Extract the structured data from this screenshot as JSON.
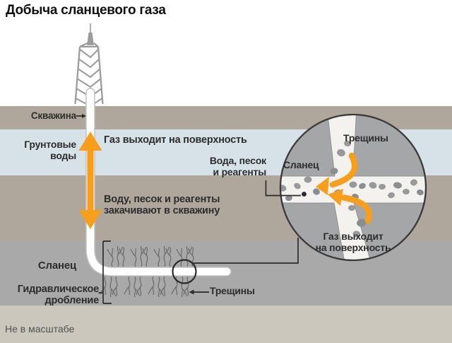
{
  "title": "Добыча сланцевого газа",
  "footnote": "Не в масштабе",
  "colors": {
    "accent_orange": "#f79e1b",
    "topsoil_taupe": "#b0a79c",
    "groundwater_blue": "#d7e1e8",
    "shale_gray": "#a9a9a9",
    "bedrock_pale": "#cbc7bd",
    "label_text": "#2d2d2d"
  },
  "labels": {
    "well": "Скважина",
    "groundwater": "Грунтовые\nводы",
    "gas_to_surface": "Газ выходит на поверхность",
    "water_sand_reagents": "Вода, песок\nи реагенты",
    "injection": "Воду, песок и реагенты\nзакачивают в скважину",
    "shale": "Сланец",
    "hydraulic_fracturing": "Гидравлическое\nдробление",
    "fissures": "Трещины"
  },
  "inset": {
    "fissures": "Трещины",
    "shale": "Сланец",
    "gas_exits": "Газ выходит\nна поверхность"
  }
}
